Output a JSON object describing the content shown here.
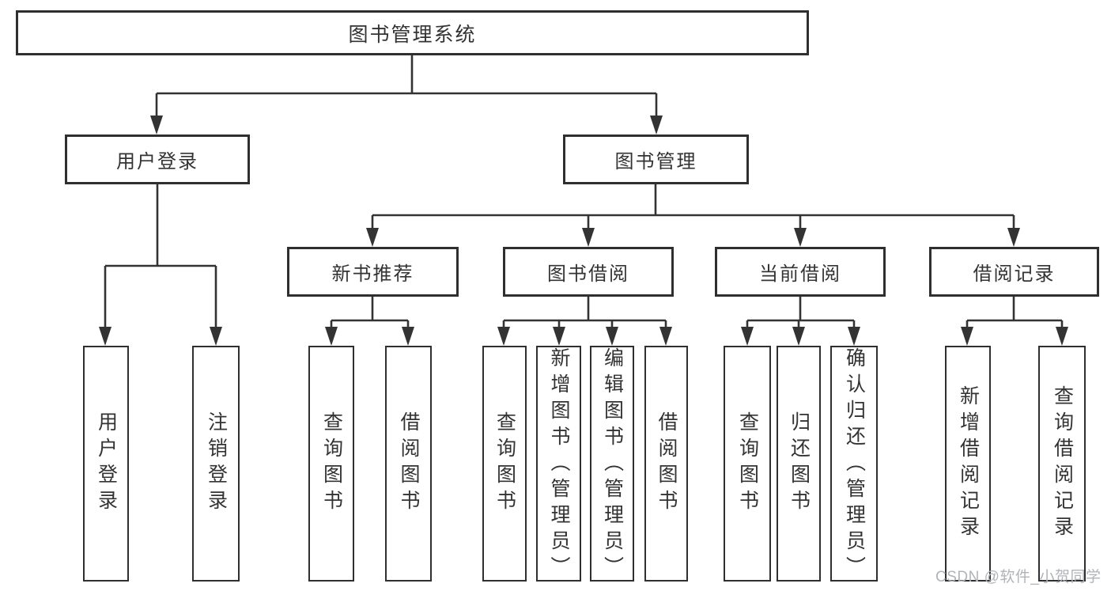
{
  "diagram": {
    "root": {
      "label": "图书管理系统"
    },
    "level2": [
      {
        "label": "用户登录"
      },
      {
        "label": "图书管理"
      }
    ],
    "level3": [
      {
        "label": "新书推荐"
      },
      {
        "label": "图书借阅"
      },
      {
        "label": "当前借阅"
      },
      {
        "label": "借阅记录"
      }
    ],
    "leaves": {
      "user_login": [
        "用户登录",
        "注销登录"
      ],
      "new_book": [
        "查询图书",
        "借阅图书"
      ],
      "book_borrow": [
        "查询图书",
        "新增图书（管理员）",
        "编辑图书（管理员）",
        "借阅图书"
      ],
      "current_borrow": [
        "查询图书",
        "归还图书",
        "确认归还（管理员）"
      ],
      "borrow_record": [
        "新增借阅记录",
        "查询借阅记录"
      ]
    },
    "colors": {
      "line": "#333333",
      "box_border": "#2f2f2f",
      "box_fill": "#ffffff",
      "text": "#333333",
      "background": "#ffffff",
      "watermark": "#b0b3b8"
    }
  },
  "watermark": {
    "text": "CSDN @软件_小贺同学"
  }
}
